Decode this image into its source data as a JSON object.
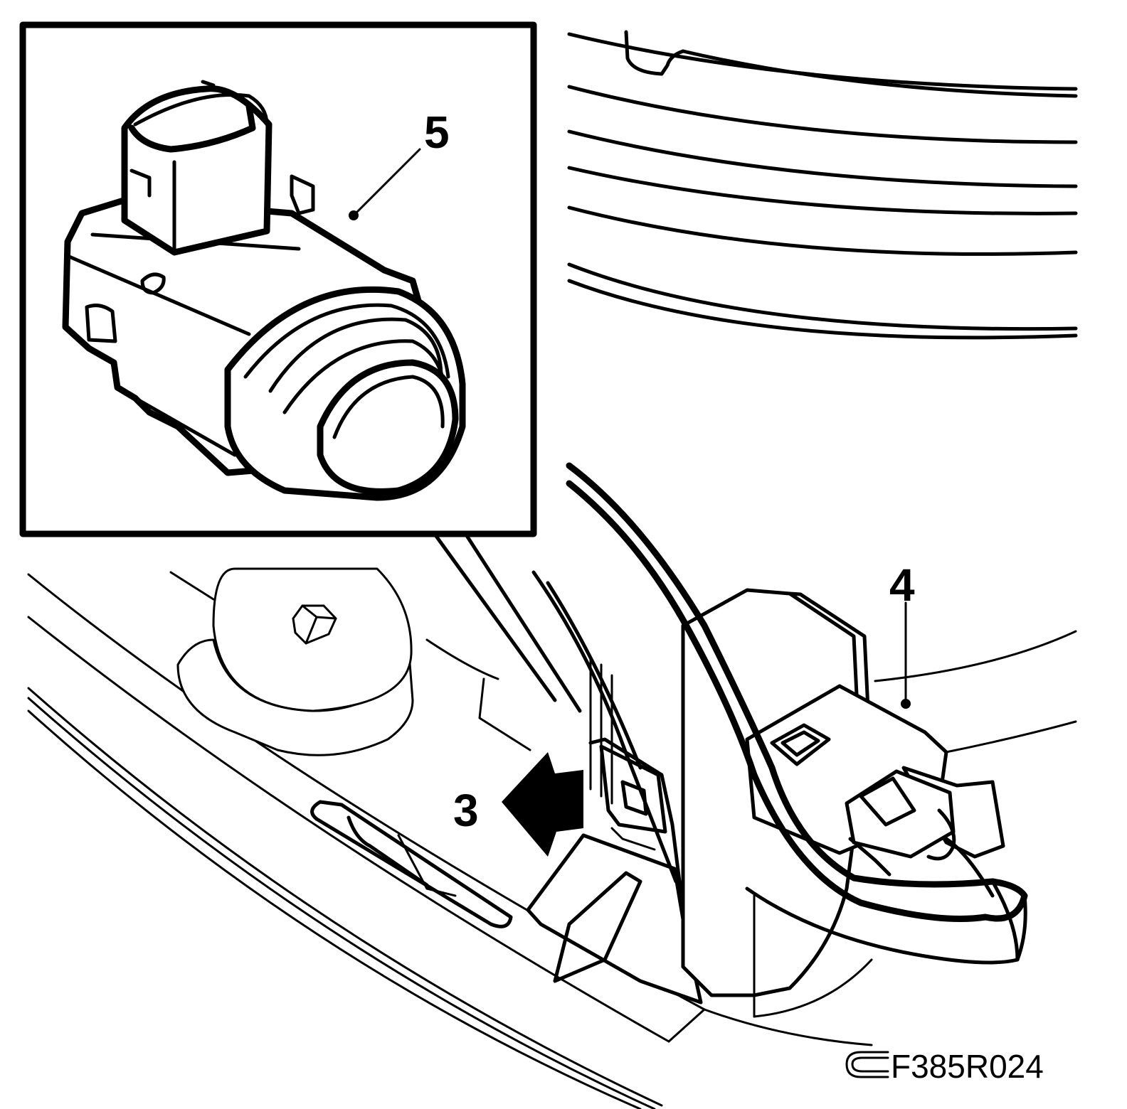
{
  "callouts": {
    "sensor": "5",
    "connector": "4",
    "direction": "3"
  },
  "figure_code": "F385R024",
  "icons": {
    "direction_arrow": "left-arrow-icon",
    "code_bracket": "bracket-icon"
  },
  "colors": {
    "line": "#000000",
    "background": "#ffffff"
  }
}
